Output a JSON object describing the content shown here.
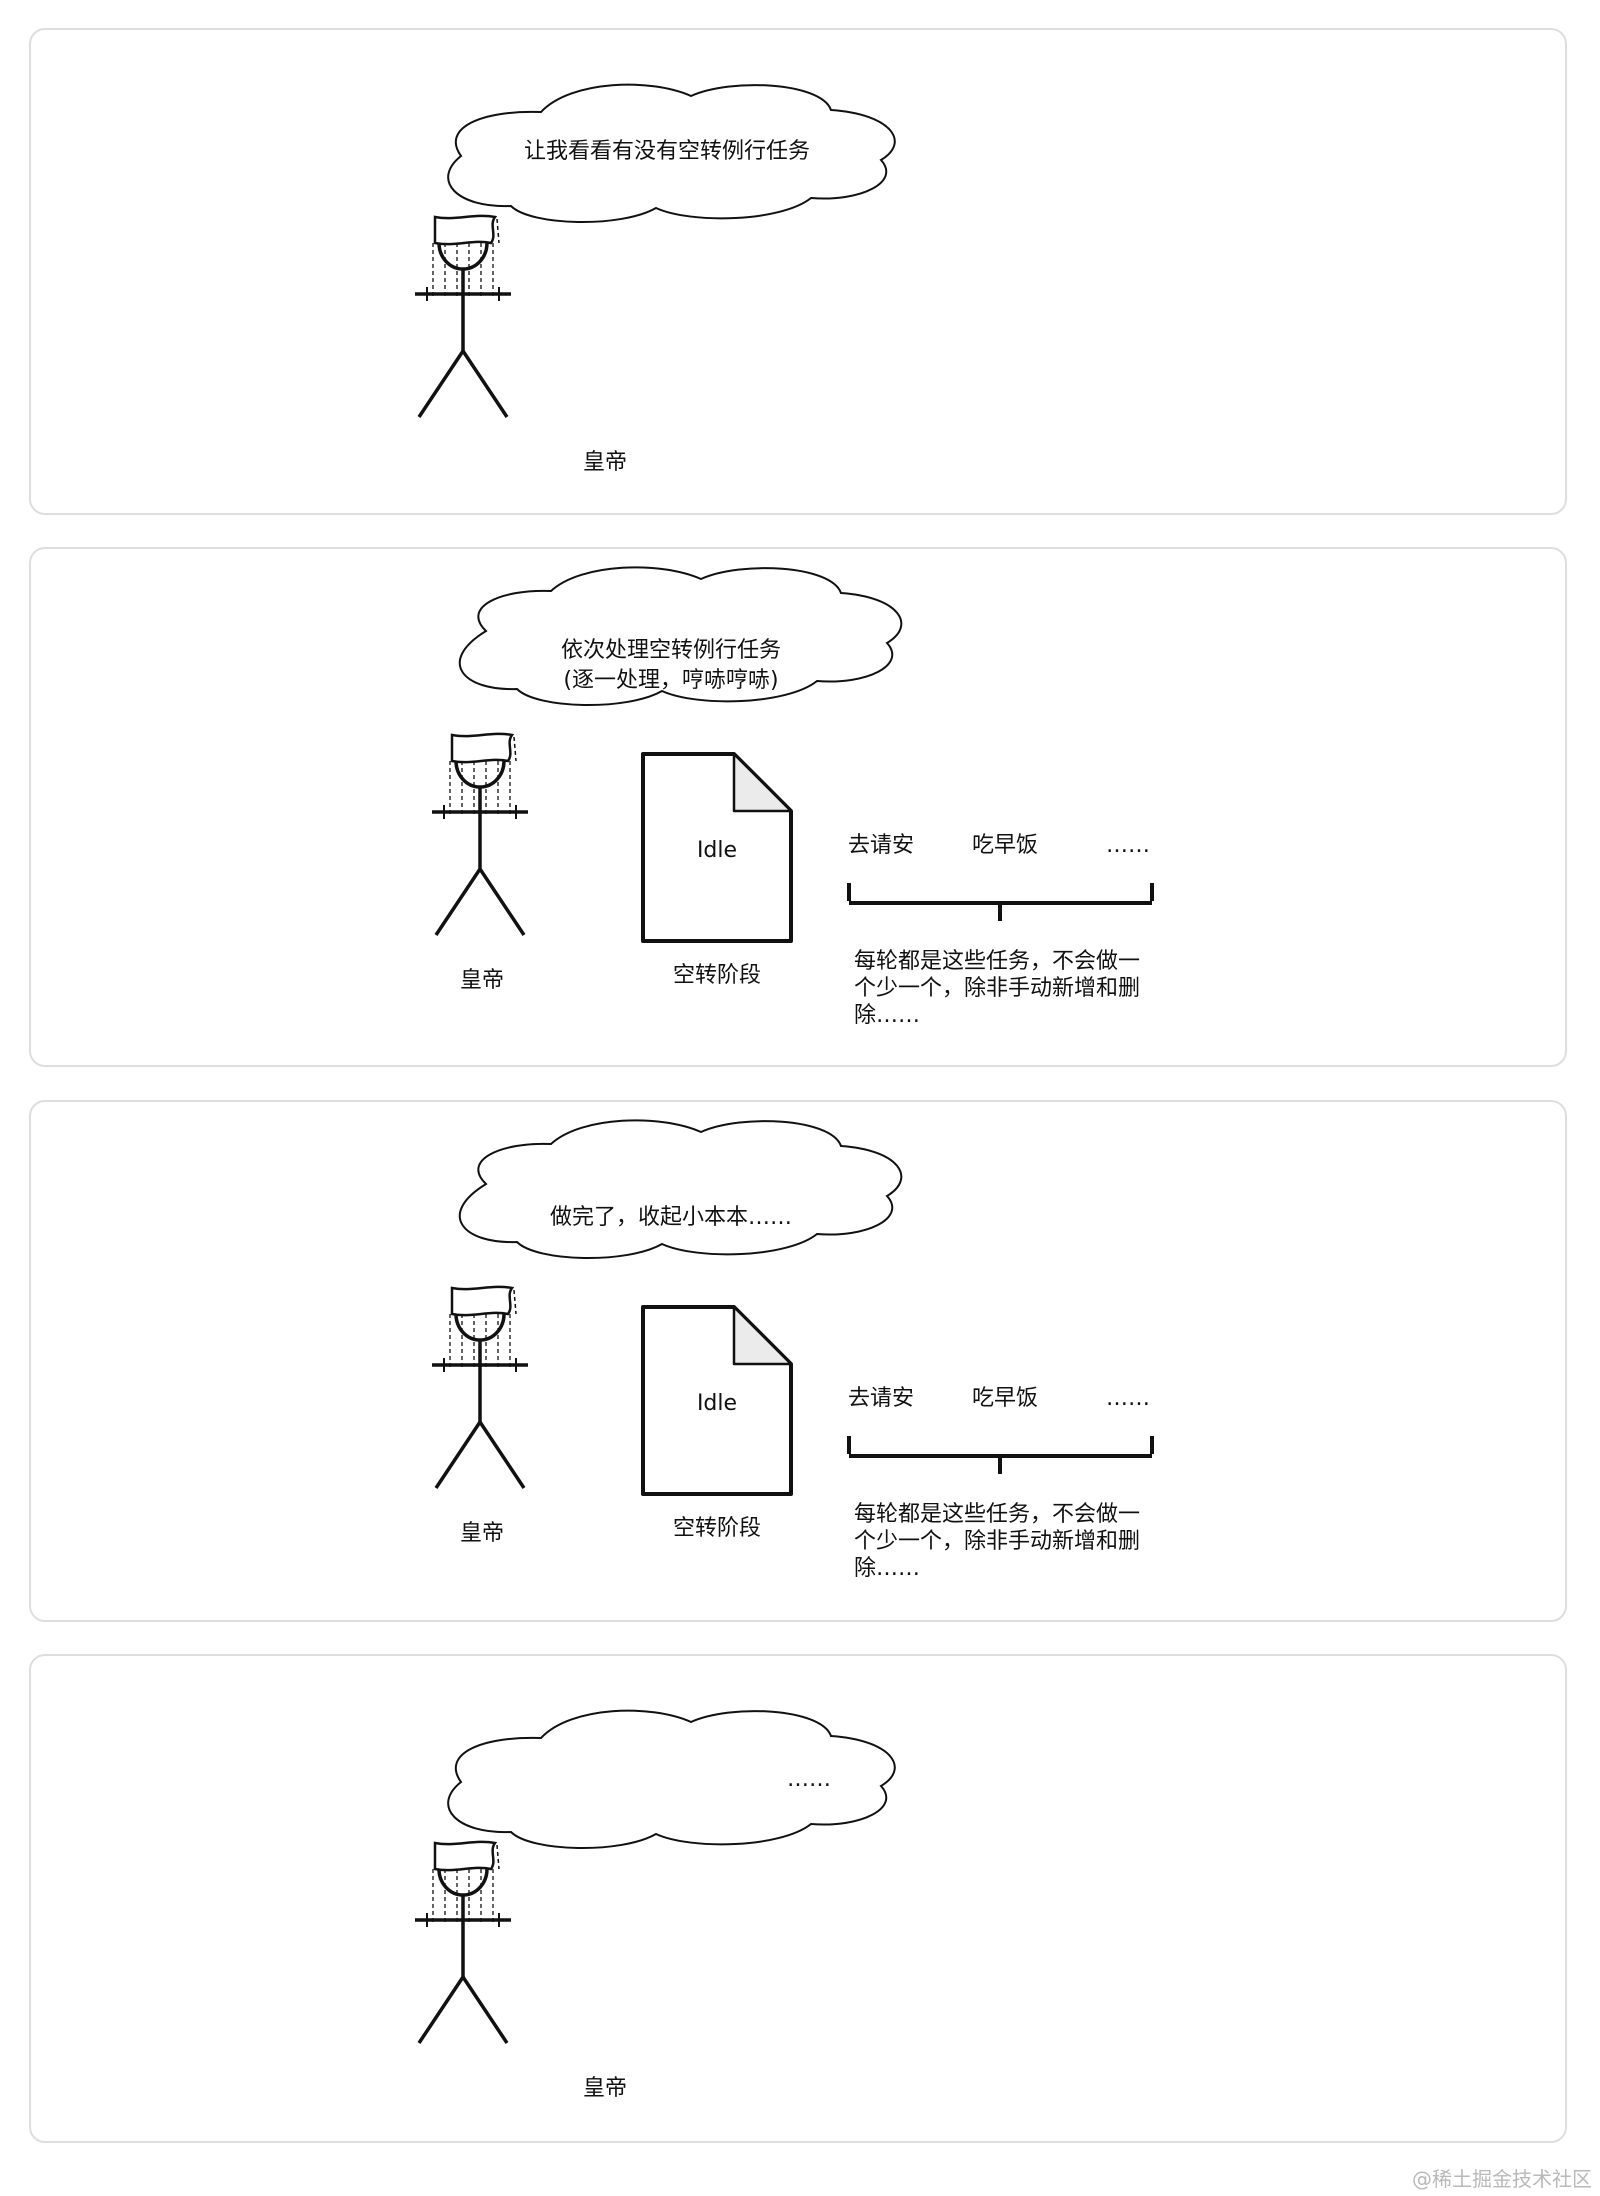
{
  "panels": [
    {
      "bubble": {
        "lines": [
          "让我看看有没有空转例行任务"
        ]
      },
      "actor_label": "皇帝"
    },
    {
      "bubble": {
        "lines": [
          "依次处理空转例行任务",
          "(逐一处理，哼哧哼哧)"
        ]
      },
      "actor_label": "皇帝",
      "doc": {
        "title": "Idle",
        "caption": "空转阶段"
      },
      "tasks": [
        "去请安",
        "吃早饭",
        "……"
      ],
      "note_lines": [
        "每轮都是这些任务，不会做一",
        "个少一个，除非手动新增和删",
        "除……"
      ]
    },
    {
      "bubble": {
        "lines": [
          "做完了，收起小本本……"
        ]
      },
      "actor_label": "皇帝",
      "doc": {
        "title": "Idle",
        "caption": "空转阶段"
      },
      "tasks": [
        "去请安",
        "吃早饭",
        "……"
      ],
      "note_lines": [
        "每轮都是这些任务，不会做一",
        "个少一个，除非手动新增和删",
        "除……"
      ]
    },
    {
      "bubble": {
        "lines": [
          "……"
        ]
      },
      "actor_label": "皇帝"
    }
  ],
  "watermark": "@稀土掘金技术社区"
}
